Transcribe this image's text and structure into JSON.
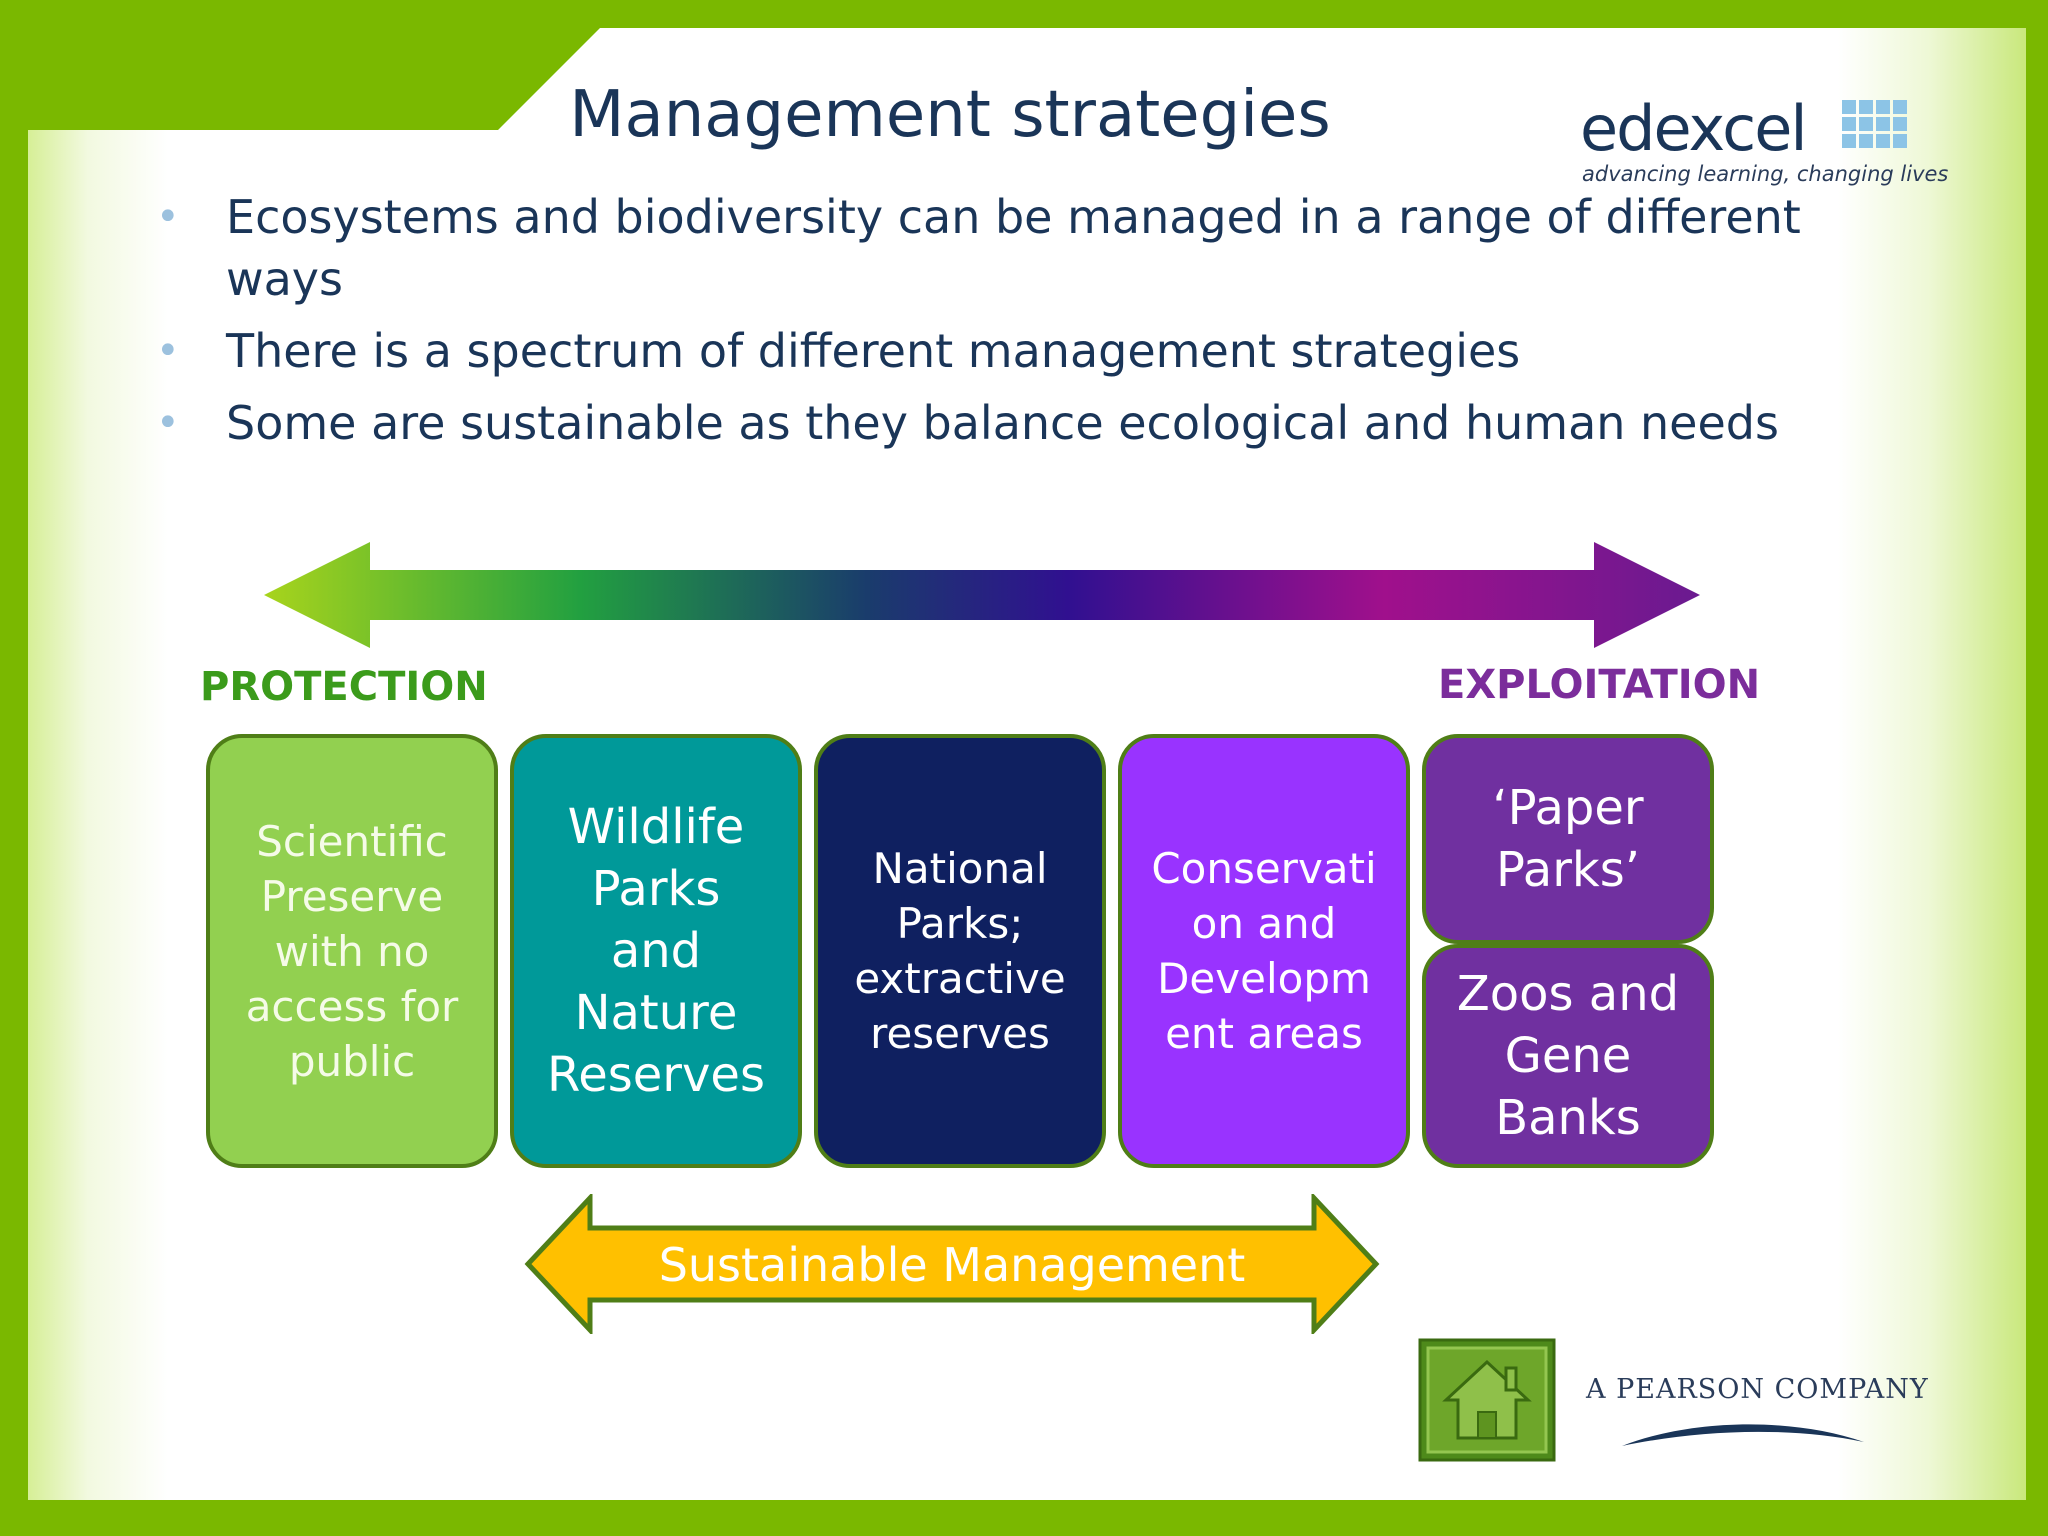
{
  "slide": {
    "title": "Management strategies",
    "bullets": [
      "Ecosystems and biodiversity can be managed in a range of different ways",
      "There is a spectrum of different management strategies",
      "Some are sustainable as they balance ecological and human needs"
    ]
  },
  "logo": {
    "word": "edexcel",
    "tagline": "advancing learning, changing lives",
    "company": "A PEARSON COMPANY"
  },
  "diagram": {
    "left_label": "PROTECTION",
    "right_label": "EXPLOITATION",
    "boxes": [
      "Scientific\nPreserve\nwith no\naccess for\npublic",
      "Wildlife\nParks\nand\nNature\nReserves",
      "National\nParks;\nextractive\nreserves",
      "Conservati\non and\nDevelopm\nent areas",
      "‘Paper\nParks’",
      "Zoos and\nGene\nBanks"
    ],
    "sustainable_label": "Sustainable Management"
  },
  "colors": {
    "frame": "#7ab800",
    "title": "#1a3558",
    "protection": "#3b9b1b",
    "exploitation": "#7b2d9b",
    "box_green": "#92d050",
    "box_teal": "#009999",
    "box_navy": "#0f2060",
    "box_violet": "#9933ff",
    "box_purple": "#7030a0",
    "sustainable_arrow": "#ffc000"
  },
  "icons": {
    "home": "home-icon",
    "bullet": "bullet-dot-icon"
  }
}
